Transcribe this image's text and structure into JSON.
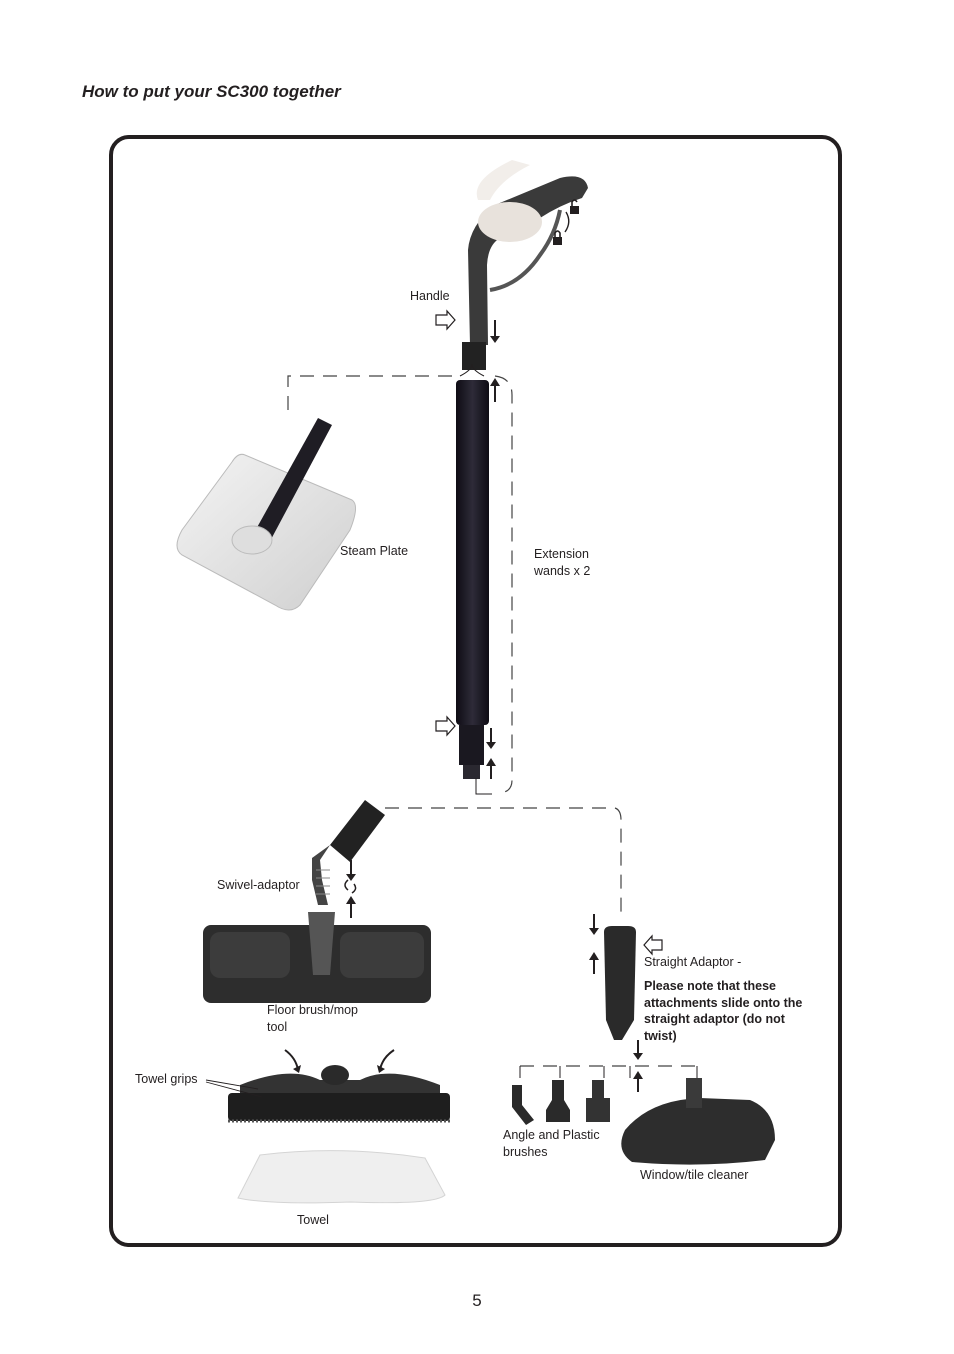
{
  "page": {
    "heading": "How to put your SC300 together",
    "page_number": "5"
  },
  "labels": {
    "handle": "Handle",
    "steam_plate": "Steam Plate",
    "extension_line1": "Extension",
    "extension_line2": "wands x 2",
    "swivel_adaptor": "Swivel-adaptor",
    "floor_brush_line1": "Floor brush/mop",
    "floor_brush_line2": "tool",
    "towel_grips": "Towel grips",
    "towel": "Towel",
    "straight_adaptor": "Straight Adaptor -",
    "straight_note_line1": "Please note that these",
    "straight_note_line2": "attachments slide onto the",
    "straight_note_line3": "straight adaptor (do not",
    "straight_note_line4": "twist)",
    "angle_brushes_line1": "Angle and Plastic",
    "angle_brushes_line2": "brushes",
    "window_cleaner": "Window/tile cleaner"
  },
  "icons": [
    "lock-icon",
    "unlock-icon",
    "rotate-icon",
    "push-arrow-icon"
  ],
  "colors": {
    "ink": "#231f20",
    "wand": "#1d1b24",
    "plate": "#e6e6e6",
    "brush": "#2b2b2b"
  }
}
